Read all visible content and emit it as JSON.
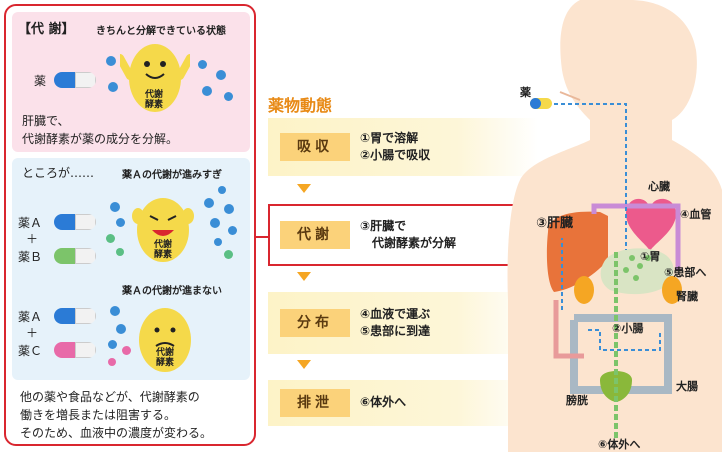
{
  "left": {
    "tag": "【代 謝】",
    "top_caption": "きちんと分解できている状態",
    "drug_label": "薬",
    "enzyme_text": "代謝\n酵素",
    "liver_text_1": "肝臓で、",
    "liver_text_2": "代謝酵素が薬の成分を分解。",
    "however": "ところが……",
    "too_fast": "薬Ａの代謝が進みすぎ",
    "drug_a": "薬Ａ",
    "plus": "＋",
    "drug_b": "薬Ｂ",
    "too_slow": "薬Ａの代謝が進まない",
    "drug_c": "薬Ｃ",
    "bottom_1": "他の薬や食品などが、代謝酵素の",
    "bottom_2": "働きを増長または阻害する。",
    "bottom_3": "そのため、血液中の濃度が変わる。"
  },
  "process": {
    "title": "薬物動態",
    "steps": [
      {
        "label": "吸収",
        "lines": [
          "①胃で溶解",
          "②小腸で吸収"
        ]
      },
      {
        "label": "代謝",
        "lines": [
          "③肝臓で",
          "　代謝酵素が分解"
        ]
      },
      {
        "label": "分布",
        "lines": [
          "④血液で運ぶ",
          "⑤患部に到達"
        ]
      },
      {
        "label": "排泄",
        "lines": [
          "⑥体外へ"
        ]
      }
    ]
  },
  "body": {
    "drug": "薬",
    "heart": "心臓",
    "liver": "③肝臓",
    "vessel": "④血管",
    "stomach": "①胃",
    "affected": "⑤患部へ",
    "kidney": "腎臓",
    "small_intestine": "②小腸",
    "large_intestine": "大腸",
    "bladder": "膀胱",
    "out": "⑥体外へ"
  },
  "colors": {
    "accent_red": "#d9262f",
    "orange": "#f5a623",
    "blue_pill": "#2b7bd6",
    "green_pill": "#7cc46a",
    "pink_pill": "#e86aa8",
    "blue_dot": "#3a8ed6",
    "green_dot": "#5bbf84",
    "title_orange": "#e88a16"
  }
}
